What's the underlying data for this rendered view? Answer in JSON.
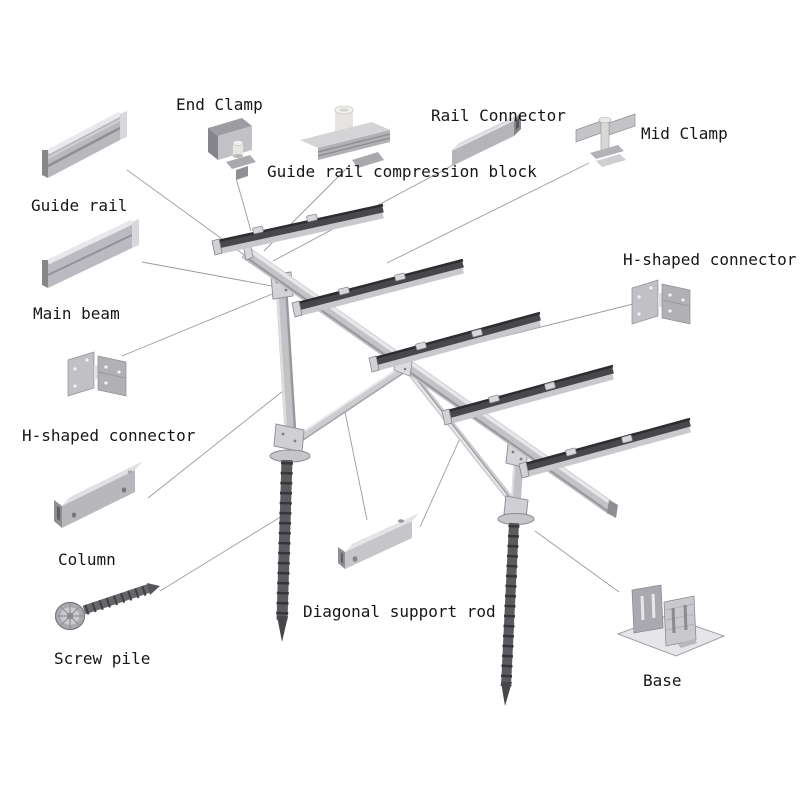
{
  "diagram": {
    "type": "exploded-parts-diagram",
    "subject": "Ground solar mounting bracket system",
    "labels": {
      "guide_rail": "Guide rail",
      "end_clamp": "End Clamp",
      "compression_block": "Guide rail compression block",
      "rail_connector": "Rail Connector",
      "mid_clamp": "Mid Clamp",
      "h_connector_right": "H-shaped connector",
      "main_beam": "Main beam",
      "h_connector_left": "H-shaped connector",
      "column": "Column",
      "screw_pile": "Screw pile",
      "diagonal_support_rod": "Diagonal support rod",
      "base": "Base"
    },
    "colors": {
      "background": "#ffffff",
      "metal_light": "#e7e7ea",
      "metal_mid": "#bababf",
      "metal_dark": "#86868b",
      "rail_dark": "#47474b",
      "pile_dark": "#5b5b5f",
      "leader_line": "#9b9b9b",
      "label_text": "#161616"
    }
  }
}
